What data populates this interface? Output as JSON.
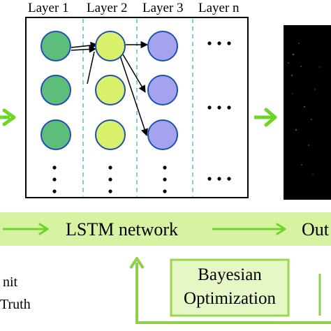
{
  "layers": {
    "labels": [
      "Layer 1",
      "Layer 2",
      "Layer 3",
      "Layer n"
    ],
    "ellipsis": "…",
    "more_rows": "⋮"
  },
  "pipeline": {
    "lstm_label": "LSTM network",
    "output_label": "Out"
  },
  "bayesian": {
    "line1": "Bayesian",
    "line2": "Optimization"
  },
  "legend": {
    "item1": "nit",
    "item2": "Truth"
  },
  "colors": {
    "layer1_node": "#5dbd7a",
    "layer2_node": "#d8f06a",
    "layer3_node": "#a4a4ee",
    "node_stroke": "#1f4fb4",
    "separator": "#7ccfd6",
    "green_band": "#d6f3a4",
    "green_arrow": "#6fd42a",
    "bayes_box_fill": "#e6f7c6",
    "bayes_box_border": "#9ad64e",
    "feedback_line": "#8fd04a",
    "output_image": "#000000"
  }
}
